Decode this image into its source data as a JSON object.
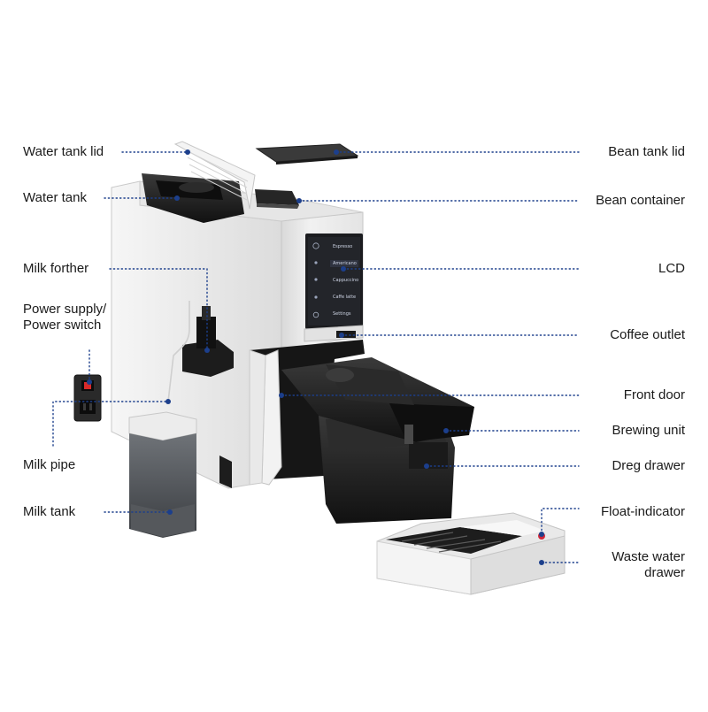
{
  "labels": {
    "water_tank_lid": "Water tank lid",
    "water_tank": "Water tank",
    "milk_frother": "Milk forther",
    "power_supply_line1": "Power supply/",
    "power_supply_line2": "Power switch",
    "milk_pipe": "Milk pipe",
    "milk_tank": "Milk tank",
    "bean_tank_lid": "Bean tank lid",
    "bean_container": "Bean container",
    "lcd": "LCD",
    "coffee_outlet": "Coffee outlet",
    "front_door": "Front door",
    "brewing_unit": "Brewing unit",
    "dreg_drawer": "Dreg drawer",
    "float_indicator": "Float-indicator",
    "waste_water_line1": "Waste water",
    "waste_water_line2": "drawer"
  },
  "lcd_menu": [
    "Espresso",
    "Americano",
    "Cappuccino",
    "Caffe latte",
    "Settings"
  ],
  "colors": {
    "leader": "#1c3f8c",
    "machine_body": "#ededed",
    "machine_shadow": "#cfcfcf",
    "dark_parts": "#1e1e1e",
    "float_indicator": "#d2283a"
  }
}
